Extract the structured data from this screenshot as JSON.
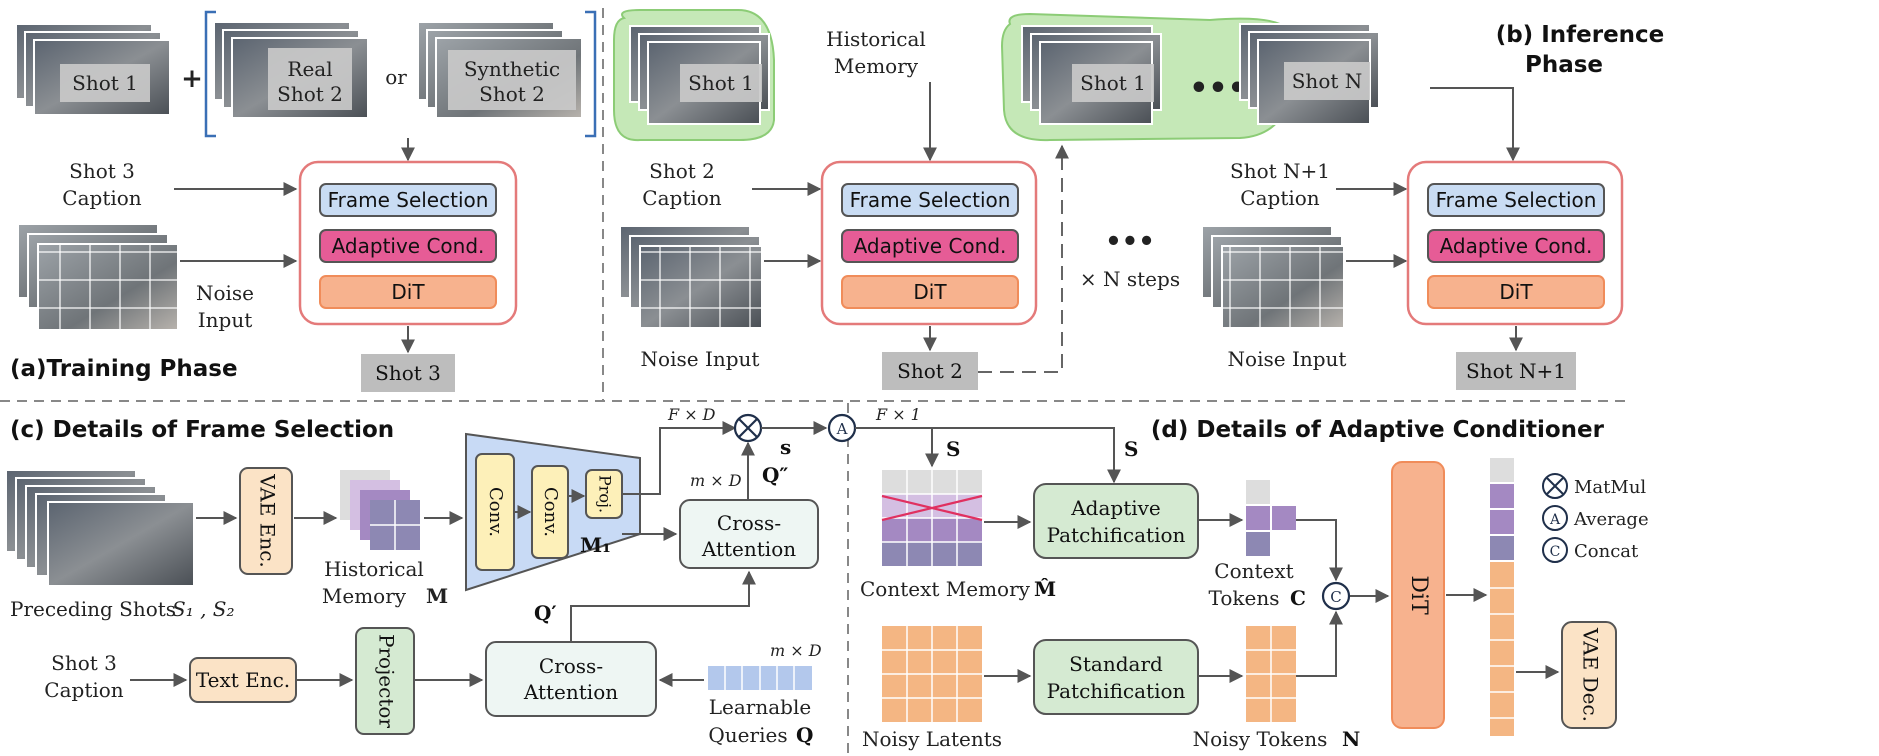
{
  "colors": {
    "frame_selection_fill": "#c9dcf3",
    "adaptive_cond_fill": "#e65c96",
    "dit_fill": "#f7b28e",
    "module_border": "#e47a7a",
    "memory_blob": "#c5e8b7",
    "green_box": "#d5ead2",
    "teal_box": "#eef6f3",
    "tan_box": "#fbe3c6",
    "purple_dark": "#8d88b3",
    "purple_mid": "#a489c2",
    "purple_light": "#d4bfe2",
    "orange_token": "#f4b683",
    "gray_token": "#dddddd",
    "trapezoid": "#c8daf5",
    "conv_fill": "#fdf0b9",
    "query_blue": "#b3c8ec",
    "arrow": "#555555",
    "output_gray": "#bdbdbd"
  },
  "icons": {
    "matmul": "circle-times",
    "average": "circled-A",
    "concat": "circled-C"
  },
  "training": {
    "title": "(a)Training Phase",
    "shot1": "Shot 1",
    "plus": "+",
    "real_shot2": [
      "Real",
      "Shot 2"
    ],
    "or": "or",
    "synthetic_shot2": [
      "Synthetic",
      "Shot 2"
    ],
    "caption": [
      "Shot 3",
      "Caption"
    ],
    "noise": [
      "Noise",
      "Input"
    ],
    "output": "Shot 3"
  },
  "module": {
    "frame_selection": "Frame Selection",
    "adaptive_cond": "Adaptive Cond.",
    "dit": "DiT"
  },
  "inference": {
    "title": [
      "(b) Inference",
      "Phase"
    ],
    "history_label": [
      "Historical",
      "Memory"
    ],
    "shot1": "Shot 1",
    "shotN": "Shot N",
    "ellipsis": "•••",
    "caption2": [
      "Shot 2",
      "Caption"
    ],
    "noise2": "Noise Input",
    "output2": "Shot 2",
    "n_steps": "× N steps",
    "captionN": [
      "Shot N+1",
      "Caption"
    ],
    "noiseN": "Noise Input",
    "outputN": "Shot N+1"
  },
  "frame_selection_detail": {
    "title": "(c) Details of Frame Selection",
    "preceding": "Preceding Shots",
    "preceding_vars": "S₁ , S₂",
    "vae_enc": "VAE Enc.",
    "hist_memory": [
      "Historical",
      "Memory"
    ],
    "hist_memory_var": "M",
    "conv1": "Conv.",
    "conv2": "Conv.",
    "proj": "Proj.",
    "m1": "M₁",
    "fxd": "F × D",
    "mxd_top": "m × D",
    "q_double": "Q″",
    "s": "s",
    "fx1": "F × 1",
    "cross_attn_top": [
      "Cross-",
      "Attention"
    ],
    "q_prime": "Q′",
    "caption": [
      "Shot 3",
      "Caption"
    ],
    "text_enc": "Text Enc.",
    "projector": "Projector",
    "cross_attn_bottom": [
      "Cross-",
      "Attention"
    ],
    "mxd_bottom": "m × D",
    "learnable": [
      "Learnable",
      "Queries"
    ],
    "learnable_var": "Q"
  },
  "adaptive_detail": {
    "title": "(d) Details of Adaptive Conditioner",
    "S_left": "S",
    "S_right": "S",
    "context_memory": "Context Memory",
    "context_memory_var": "M̂",
    "adaptive_patch": [
      "Adaptive",
      "Patchification"
    ],
    "context_tokens": [
      "Context",
      "Tokens"
    ],
    "context_tokens_var": "C",
    "concat": "C",
    "dit": "DiT",
    "vae_dec": "VAE Dec.",
    "noisy_latents": "Noisy Latents",
    "standard_patch": [
      "Standard",
      "Patchification"
    ],
    "noisy_tokens": "Noisy Tokens",
    "noisy_tokens_var": "N",
    "average_symbol": "A"
  },
  "legend": {
    "matmul": "MatMul",
    "average": "Average",
    "average_symbol": "A",
    "concat": "Concat",
    "concat_symbol": "C"
  }
}
